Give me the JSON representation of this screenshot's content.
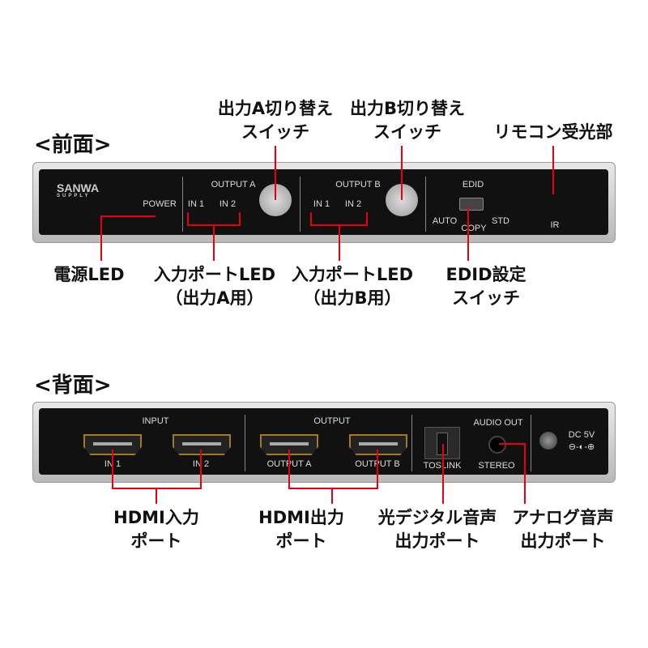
{
  "front": {
    "heading": "<前面>",
    "callouts": {
      "switch_a": [
        "出力A切り替え",
        "スイッチ"
      ],
      "switch_b": [
        "出力B切り替え",
        "スイッチ"
      ],
      "ir": "リモコン受光部",
      "power_led": "電源LED",
      "led_a": [
        "入力ポートLED",
        "（出力A用）"
      ],
      "led_b": [
        "入力ポートLED",
        "（出力B用）"
      ],
      "edid": [
        "EDID設定",
        "スイッチ"
      ]
    },
    "panel": {
      "logo": [
        "SANWA",
        "SUPPLY"
      ],
      "power": "POWER",
      "output_a": "OUTPUT A",
      "output_b": "OUTPUT B",
      "in1": "IN 1",
      "in2": "IN 2",
      "edid": "EDID",
      "auto": "AUTO",
      "copy": "COPY",
      "std": "STD",
      "ir": "IR"
    }
  },
  "back": {
    "heading": "<背面>",
    "callouts": {
      "hdmi_in": [
        "HDMI入力",
        "ポート"
      ],
      "hdmi_out": [
        "HDMI出力",
        "ポート"
      ],
      "optical": [
        "光デジタル音声",
        "出力ポート"
      ],
      "analog": [
        "アナログ音声",
        "出力ポート"
      ]
    },
    "panel": {
      "input": "INPUT",
      "output": "OUTPUT",
      "in1": "IN 1",
      "in2": "IN 2",
      "output_a": "OUTPUT A",
      "output_b": "OUTPUT B",
      "toslink": "TOSLINK",
      "audio_out": "AUDIO OUT",
      "stereo": "STEREO",
      "dc": "DC 5V",
      "polarity": "⊖-◐-⊕"
    }
  },
  "colors": {
    "leader": "#e60012",
    "panel": "#111111"
  }
}
